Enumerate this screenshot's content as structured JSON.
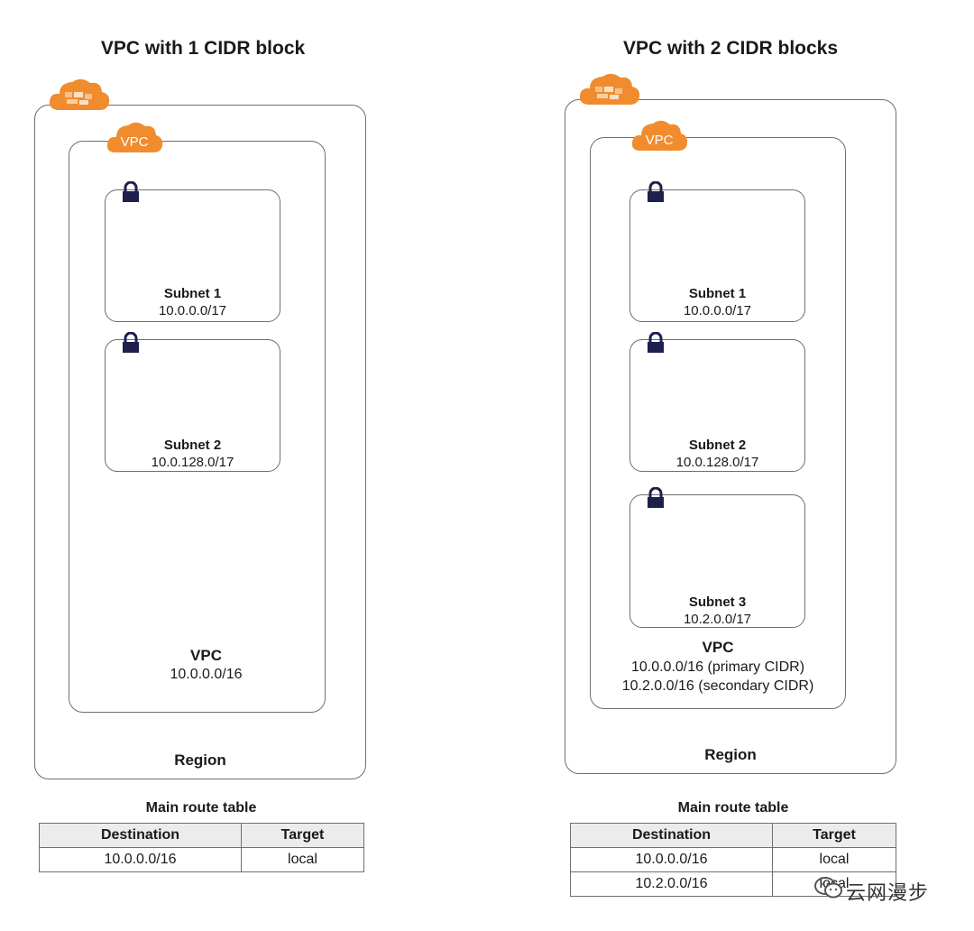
{
  "diagrams": [
    {
      "title": "VPC with 1 CIDR block",
      "region_label": "Region",
      "vpc_badge": "VPC",
      "vpc_label": "VPC",
      "vpc_cidrs": [
        "10.0.0.0/16"
      ],
      "subnets": [
        {
          "name": "Subnet 1",
          "cidr": "10.0.0.0/17"
        },
        {
          "name": "Subnet 2",
          "cidr": "10.0.128.0/17"
        }
      ],
      "route_table": {
        "title": "Main route table",
        "headers": [
          "Destination",
          "Target"
        ],
        "rows": [
          [
            "10.0.0.0/16",
            "local"
          ]
        ]
      }
    },
    {
      "title": "VPC with 2 CIDR blocks",
      "region_label": "Region",
      "vpc_badge": "VPC",
      "vpc_label": "VPC",
      "vpc_cidrs": [
        "10.0.0.0/16 (primary CIDR)",
        "10.2.0.0/16 (secondary CIDR)"
      ],
      "subnets": [
        {
          "name": "Subnet 1",
          "cidr": "10.0.0.0/17"
        },
        {
          "name": "Subnet 2",
          "cidr": "10.0.128.0/17"
        },
        {
          "name": "Subnet 3",
          "cidr": "10.2.0.0/17"
        }
      ],
      "route_table": {
        "title": "Main route table",
        "headers": [
          "Destination",
          "Target"
        ],
        "rows": [
          [
            "10.0.0.0/16",
            "local"
          ],
          [
            "10.2.0.0/16",
            "local"
          ]
        ]
      }
    }
  ],
  "watermark": "云网漫步",
  "colors": {
    "cloud_orange": "#f08c2e",
    "lock_navy": "#1f1f4d",
    "border_gray": "#6e6e6e",
    "table_header": "#ececec"
  },
  "icons": {
    "region": "aws-cloud-icon",
    "vpc": "vpc-cloud-icon",
    "subnet": "lock-icon"
  }
}
